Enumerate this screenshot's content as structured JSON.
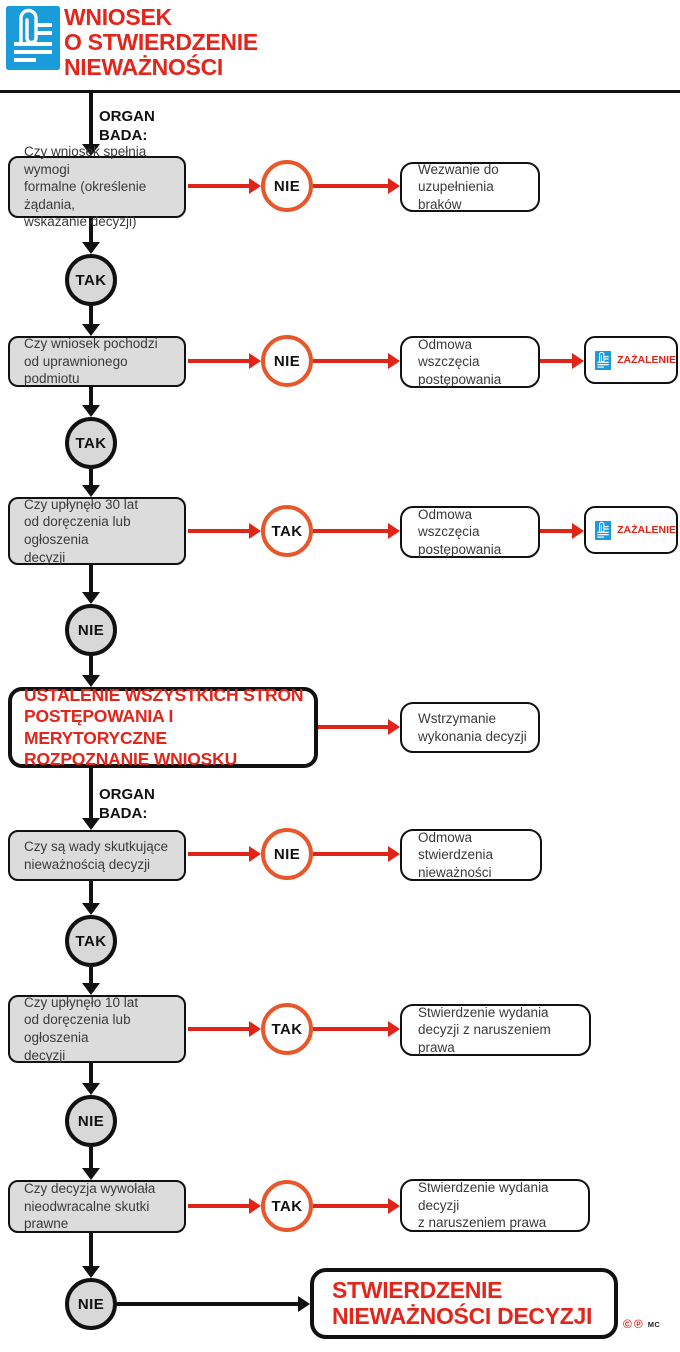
{
  "colors": {
    "red": "#e02417",
    "title-red": "#e3251b",
    "orange": "#e8562b",
    "blue": "#199cd9",
    "box-gray": "#dcdcdc",
    "ink": "#111111",
    "text": "#3a3a3a"
  },
  "header": {
    "title": "WNIOSEK\nO STWIERDZENIE\nNIEWAŻNOŚCI"
  },
  "labels": {
    "organ_bada_1": "ORGAN\nBADA:",
    "organ_bada_2": "ORGAN\nBADA:"
  },
  "flow": {
    "q1": {
      "text": "Czy wniosek spełnia wymogi\nformalne (określenie żądania,\nwskazanie decyzji)",
      "decision": "NIE",
      "result": "Wezwanie do\nuzupełnienia braków"
    },
    "c1": "TAK",
    "q2": {
      "text": "Czy wniosek pochodzi\nod uprawnionego podmiotu",
      "decision": "NIE",
      "result": "Odmowa wszczęcia\npostępowania",
      "appeal": "ZAŻALENIE"
    },
    "c2": "TAK",
    "q3": {
      "text": "Czy upłynęło 30 lat\nod doręczenia lub ogłoszenia\ndecyzji",
      "decision": "TAK",
      "result": "Odmowa wszczęcia\npostępowania",
      "appeal": "ZAŻALENIE"
    },
    "c3": "NIE",
    "merits": {
      "text": "USTALENIE WSZYSTKICH STRON\nPOSTĘPOWANIA I MERYTORYCZNE\nROZPOZNANIE WNIOSKU",
      "result": "Wstrzymanie\nwykonania decyzji"
    },
    "q4": {
      "text": "Czy są wady skutkujące\nnieważnością decyzji",
      "decision": "NIE",
      "result": "Odmowa stwierdzenia\nnieważności"
    },
    "c4": "TAK",
    "q5": {
      "text": "Czy upłynęło 10 lat\nod doręczenia lub ogłoszenia\ndecyzji",
      "decision": "TAK",
      "result": "Stwierdzenie wydania\ndecyzji z naruszeniem prawa"
    },
    "c5": "NIE",
    "q6": {
      "text": "Czy decyzja wywołała\nnieodwracalne skutki prawne",
      "decision": "TAK",
      "result": "Stwierdzenie wydania decyzji\nz naruszeniem prawa"
    },
    "c6": "NIE",
    "final": {
      "text": "STWIERDZENIE\nNIEWAŻNOŚCI DECYZJI"
    }
  },
  "footer": {
    "copyright": "©",
    "phonogram": "℗",
    "initials": "MC"
  }
}
